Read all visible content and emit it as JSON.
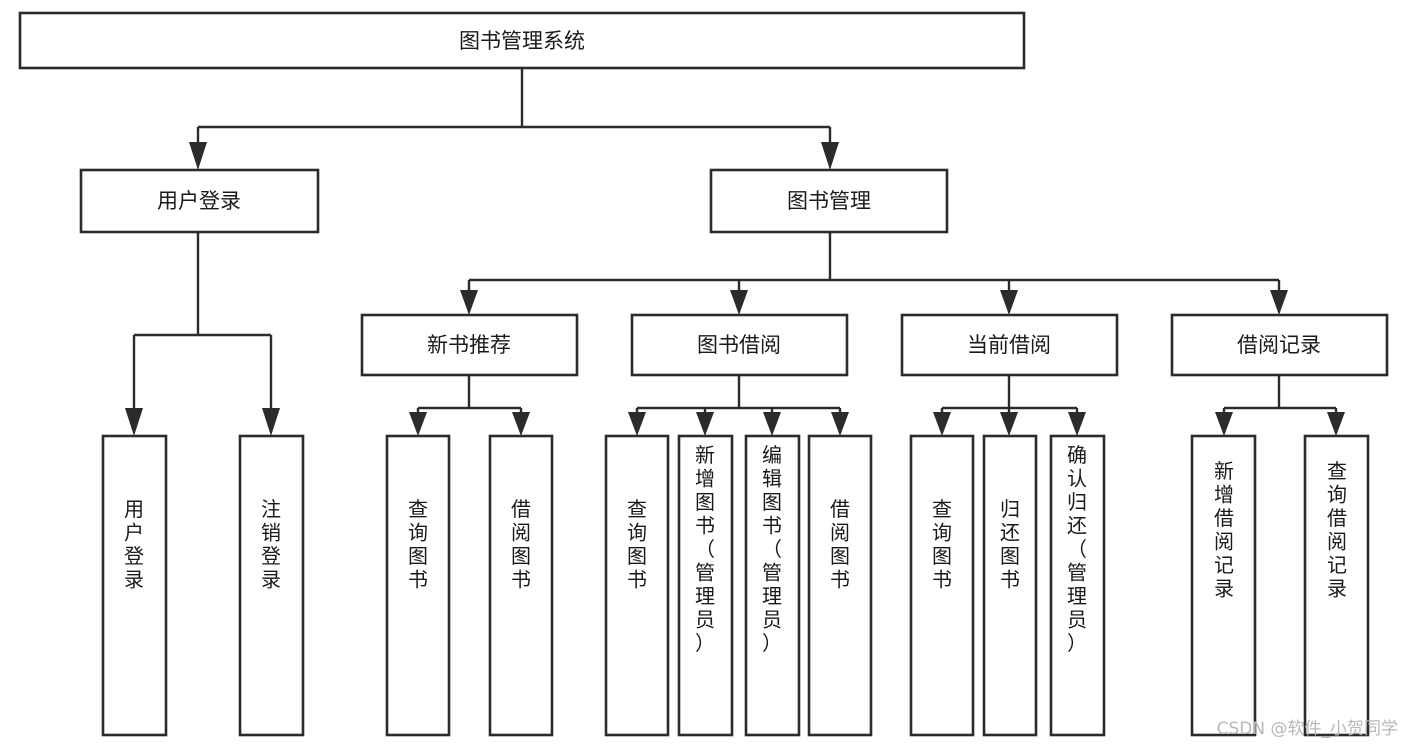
{
  "diagram": {
    "title": "图书管理系统",
    "type": "tree-hierarchy-diagram",
    "root": {
      "id": "root",
      "label": "图书管理系统"
    },
    "level2": [
      {
        "id": "user-login",
        "label": "用户登录"
      },
      {
        "id": "book-manage",
        "label": "图书管理"
      }
    ],
    "level3": [
      {
        "id": "new-book-recommend",
        "label": "新书推荐",
        "parent": "book-manage"
      },
      {
        "id": "book-borrow",
        "label": "图书借阅",
        "parent": "book-manage"
      },
      {
        "id": "current-borrow",
        "label": "当前借阅",
        "parent": "book-manage"
      },
      {
        "id": "borrow-record",
        "label": "借阅记录",
        "parent": "book-manage"
      }
    ],
    "leaves": [
      {
        "id": "leaf-user-login",
        "label": "用户登录",
        "parent": "user-login"
      },
      {
        "id": "leaf-logout-login",
        "label": "注销登录",
        "parent": "user-login"
      },
      {
        "id": "leaf-query-book-1",
        "label": "查询图书",
        "parent": "new-book-recommend"
      },
      {
        "id": "leaf-borrow-book-1",
        "label": "借阅图书",
        "parent": "new-book-recommend"
      },
      {
        "id": "leaf-query-book-2",
        "label": "查询图书",
        "parent": "book-borrow"
      },
      {
        "id": "leaf-add-book",
        "label": "新增图书（管理员）",
        "parent": "book-borrow"
      },
      {
        "id": "leaf-edit-book",
        "label": "编辑图书（管理员）",
        "parent": "book-borrow"
      },
      {
        "id": "leaf-borrow-book-2",
        "label": "借阅图书",
        "parent": "book-borrow"
      },
      {
        "id": "leaf-query-book-3",
        "label": "查询图书",
        "parent": "current-borrow"
      },
      {
        "id": "leaf-return-book",
        "label": "归还图书",
        "parent": "current-borrow"
      },
      {
        "id": "leaf-confirm-return",
        "label": "确认归还（管理员）",
        "parent": "current-borrow"
      },
      {
        "id": "leaf-add-record",
        "label": "新增借阅记录",
        "parent": "borrow-record"
      },
      {
        "id": "leaf-query-record",
        "label": "查询借阅记录",
        "parent": "borrow-record"
      }
    ],
    "colors": {
      "box_stroke": "#2b2b2b",
      "box_fill": "#ffffff",
      "connector": "#2b2b2b",
      "text": "#1a1a1a",
      "background": "#ffffff",
      "watermark": "#b8b8b8"
    }
  },
  "watermark": {
    "text": "CSDN @软件_小贺同学"
  }
}
